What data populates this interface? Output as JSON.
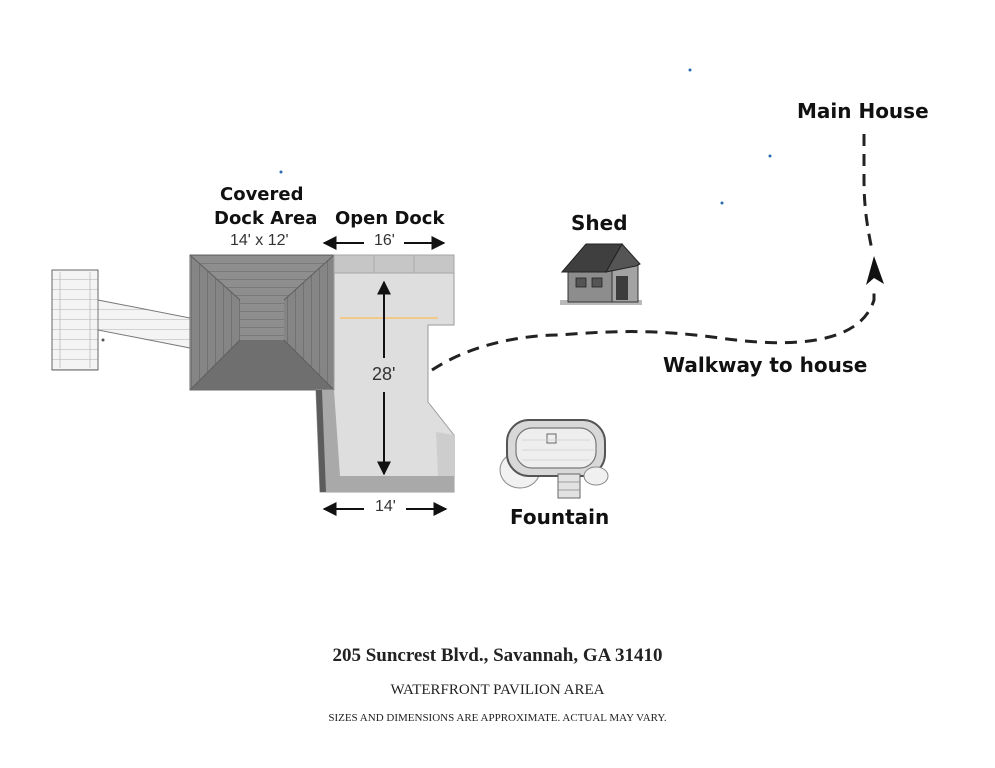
{
  "labels": {
    "covered_line1": "Covered",
    "covered_line2": "Dock Area",
    "covered_size": "14' x 12'",
    "open_dock": "Open Dock",
    "open_width": "16'",
    "length": "28'",
    "bottom_width": "14'",
    "shed": "Shed",
    "main_house": "Main House",
    "walkway": "Walkway to house",
    "fountain": "Fountain"
  },
  "footer": {
    "address": "205 Suncrest Blvd., Savannah, GA 31410",
    "area": "WATERFRONT PAVILION AREA",
    "disclaimer": "SIZES AND DIMENSIONS ARE APPROXIMATE. ACTUAL MAY VARY."
  },
  "colors": {
    "roof": "#8e8e8e",
    "roof_dark": "#6f6f6f",
    "deck": "#dcdcdc",
    "deck_edge": "#b5b5b5",
    "walkway_path": "#222222"
  }
}
